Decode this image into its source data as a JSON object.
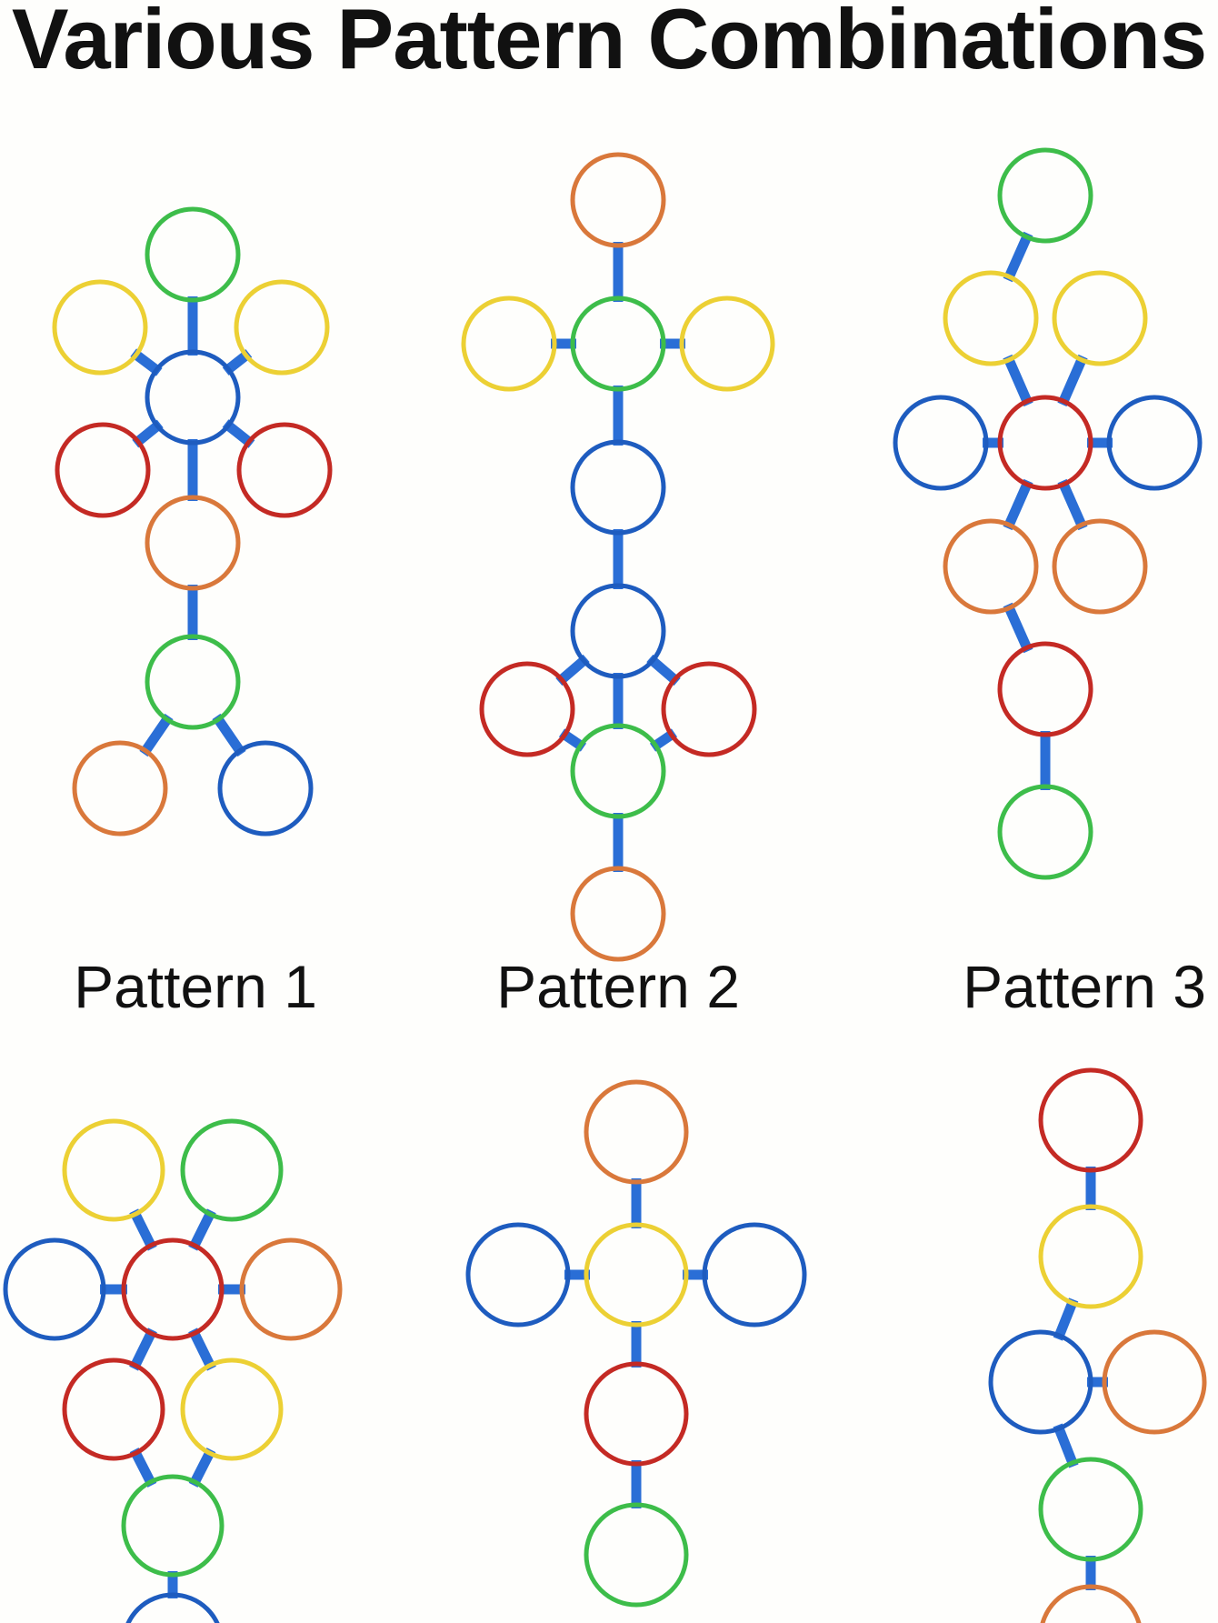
{
  "title": "Various Pattern Combinations",
  "colors": {
    "green": "#3dbd4a",
    "yellow": "#ecd034",
    "blue": "#1e5cbf",
    "red": "#c42a24",
    "orange": "#d9783b",
    "connector": "#2a6ed6"
  },
  "patterns": [
    {
      "label": "Pattern 1",
      "rings": [
        "green",
        "yellow",
        "yellow",
        "blue",
        "red",
        "red",
        "orange",
        "green",
        "orange",
        "blue"
      ],
      "links": [
        [
          3,
          0
        ],
        [
          3,
          1
        ],
        [
          3,
          2
        ],
        [
          3,
          4
        ],
        [
          3,
          5
        ],
        [
          3,
          6
        ],
        [
          6,
          7
        ],
        [
          7,
          8
        ],
        [
          7,
          9
        ]
      ]
    },
    {
      "label": "Pattern 2",
      "rings": [
        "orange",
        "green",
        "yellow",
        "yellow",
        "blue",
        "blue",
        "red",
        "red",
        "green",
        "orange"
      ],
      "links": [
        [
          0,
          1
        ],
        [
          1,
          2
        ],
        [
          1,
          3
        ],
        [
          1,
          4
        ],
        [
          4,
          5
        ],
        [
          5,
          6
        ],
        [
          5,
          7
        ],
        [
          5,
          8
        ],
        [
          6,
          8
        ],
        [
          7,
          8
        ],
        [
          8,
          9
        ]
      ]
    },
    {
      "label": "Pattern 3",
      "rings": [
        "green",
        "yellow",
        "yellow",
        "blue",
        "red",
        "blue",
        "orange",
        "orange",
        "red",
        "green"
      ],
      "links": [
        [
          0,
          1
        ],
        [
          1,
          4
        ],
        [
          2,
          4
        ],
        [
          3,
          4
        ],
        [
          4,
          5
        ],
        [
          4,
          6
        ],
        [
          4,
          7
        ],
        [
          6,
          8
        ],
        [
          8,
          9
        ]
      ]
    },
    {
      "label": "",
      "rings": [
        "yellow",
        "green",
        "blue",
        "red",
        "orange",
        "red",
        "yellow",
        "green",
        "blue"
      ],
      "links": [
        [
          3,
          0
        ],
        [
          3,
          1
        ],
        [
          3,
          2
        ],
        [
          3,
          4
        ],
        [
          3,
          5
        ],
        [
          3,
          6
        ],
        [
          5,
          7
        ],
        [
          6,
          7
        ],
        [
          7,
          8
        ]
      ]
    },
    {
      "label": "",
      "rings": [
        "orange",
        "blue",
        "yellow",
        "blue",
        "red",
        "green"
      ],
      "links": [
        [
          0,
          2
        ],
        [
          1,
          2
        ],
        [
          2,
          3
        ],
        [
          2,
          4
        ],
        [
          4,
          5
        ],
        [
          5,
          5
        ]
      ]
    },
    {
      "label": "",
      "rings": [
        "red",
        "yellow",
        "blue",
        "orange",
        "green",
        "orange"
      ],
      "links": [
        [
          0,
          1
        ],
        [
          1,
          2
        ],
        [
          2,
          3
        ],
        [
          2,
          4
        ],
        [
          4,
          5
        ]
      ]
    }
  ]
}
